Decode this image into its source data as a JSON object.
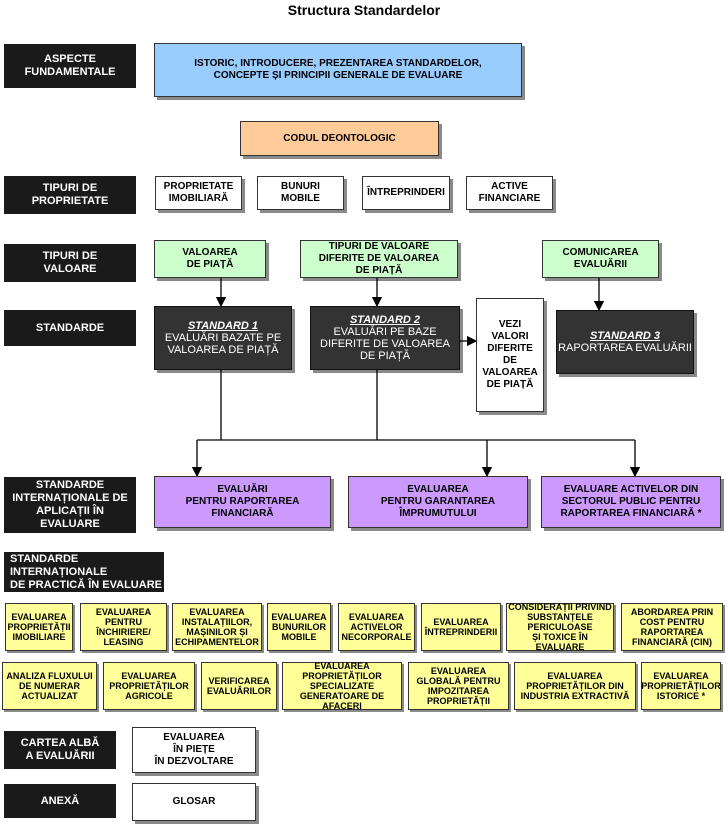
{
  "title": "Structura Standardelor",
  "labels": {
    "aspecte": "ASPECTE\nFUNDAMENTALE",
    "tipuri_proprietate": "TIPURI DE\nPROPRIETATE",
    "tipuri_valoare": "TIPURI DE\nVALOARE",
    "standarde": "STANDARDE",
    "standarde_aplicatii": "STANDARDE\nINTERNAȚIONALE DE\nAPLICAȚII ÎN EVALUARE",
    "standarde_practica": "STANDARDE INTERNAȚIONALE\nDE PRACTICĂ ÎN EVALUARE",
    "cartea_alba": "CARTEA ALBĂ\nA EVALUĂRII",
    "anexa": "ANEXĂ"
  },
  "fundamentale": "ISTORIC, INTRODUCERE, PREZENTAREA STANDARDELOR,\nCONCEPTE ȘI PRINCIPII GENERALE DE EVALUARE",
  "deontologic": "CODUL DEONTOLOGIC",
  "proprietate": [
    "PROPRIETATE\nIMOBILIARĂ",
    "BUNURI\nMOBILE",
    "ÎNTREPRINDERI",
    "ACTIVE\nFINANCIARE"
  ],
  "valoare": [
    "VALOAREA\nDE PIAȚĂ",
    "TIPURI DE VALOARE\nDIFERITE DE VALOAREA\nDE PIAȚĂ",
    "COMUNICAREA\nEVALUĂRII"
  ],
  "standarde": [
    {
      "head": "STANDARD 1",
      "body": "EVALUĂRI BAZATE PE\nVALOAREA DE PIAȚĂ"
    },
    {
      "head": "STANDARD 2",
      "body": "EVALUĂRI PE BAZE\nDIFERITE DE VALOAREA\nDE PIAȚĂ"
    },
    {
      "head": "STANDARD 3",
      "body": "RAPORTAREA EVALUĂRII"
    }
  ],
  "vezi": "VEZI\nVALORI\nDIFERITE\nDE\nVALOAREA\nDE PIAȚĂ",
  "aplicatii": [
    "EVALUĂRI\nPENTRU RAPORTAREA\nFINANCIARĂ",
    "EVALUAREA\nPENTRU  GARANTAREA\nÎMPRUMUTULUI",
    "EVALUARE ACTIVELOR DIN\nSECTORUL PUBLIC PENTRU\nRAPORTAREA FINANCIARĂ *"
  ],
  "practica_row1": [
    "EVALUAREA\nPROPRIETĂȚII\nIMOBILIARE",
    "EVALUAREA\nPENTRU\nÎNCHIRIERE/\nLEASING",
    "EVALUAREA\nINSTALAȚIILOR,\nMAȘINILOR ȘI\nECHIPAMENTELOR",
    "EVALUAREA\nBUNURILOR\nMOBILE",
    "EVALUAREA\nACTIVELOR\nNECORPORALE",
    "EVALUAREA\nÎNTREPRINDERII",
    "CONSIDERAȚII PRIVIND\nSUBSTANȚELE\nPERICULOASE\nȘI TOXICE ÎN EVALUARE",
    "ABORDAREA PRIN\nCOST PENTRU\nRAPORTAREA\nFINANCIARĂ (CIN)"
  ],
  "practica_row2": [
    "ANALIZA FLUXULUI\nDE NUMERAR\nACTUALIZAT",
    "EVALUAREA\nPROPRIETĂȚILOR\nAGRICOLE",
    "VERIFICAREA\nEVALUĂRILOR",
    "EVALUAREA\nPROPRIETĂȚILOR\nSPECIALIZATE\nGENERATOARE DE AFACERI",
    "EVALUAREA\nGLOBALĂ PENTRU\nIMPOZITAREA\nPROPRIETĂȚII",
    "EVALUAREA\nPROPRIETĂȚILOR DIN\nINDUSTRIA EXTRACTIVĂ",
    "EVALUAREA\nPROPRIETĂȚILOR\nISTORICE *"
  ],
  "cartea_alba_box": "EVALUAREA\nÎN PIEȚE\nÎN DEZVOLTARE",
  "glosar": "GLOSAR"
}
